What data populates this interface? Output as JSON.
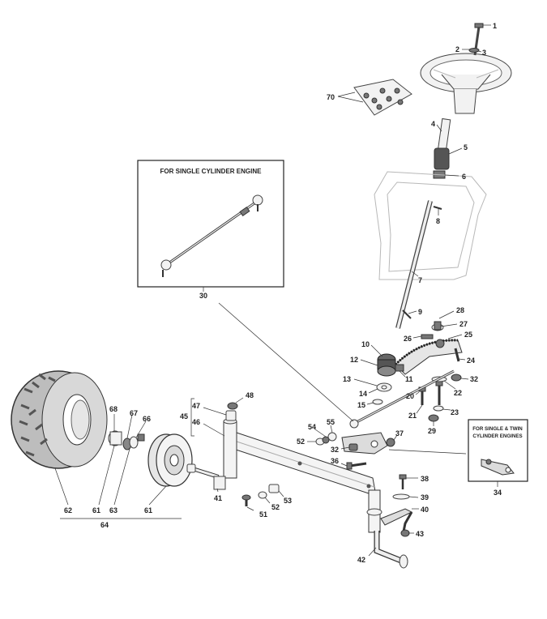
{
  "insets": {
    "single_cylinder_title": "FOR SINGLE CYLINDER ENGINE",
    "single_cylinder_ref": "30",
    "twin_title_line1": "FOR SINGLE & TWIN",
    "twin_title_line2": "CYLINDER ENGINES",
    "twin_ref": "34"
  },
  "callouts": [
    "1",
    "2",
    "3",
    "70",
    "4",
    "5",
    "6",
    "8",
    "7",
    "9",
    "28",
    "27",
    "26",
    "25",
    "10",
    "24",
    "12",
    "11",
    "13",
    "32",
    "14",
    "22",
    "20",
    "15",
    "21",
    "23",
    "29",
    "48",
    "47",
    "45",
    "46",
    "55",
    "54",
    "37",
    "52",
    "32",
    "36",
    "38",
    "39",
    "40",
    "43",
    "42",
    "41",
    "53",
    "52",
    "51",
    "68",
    "67",
    "66",
    "62",
    "61",
    "63",
    "61",
    "64"
  ],
  "colors": {
    "line": "#333333",
    "background": "#ffffff"
  }
}
